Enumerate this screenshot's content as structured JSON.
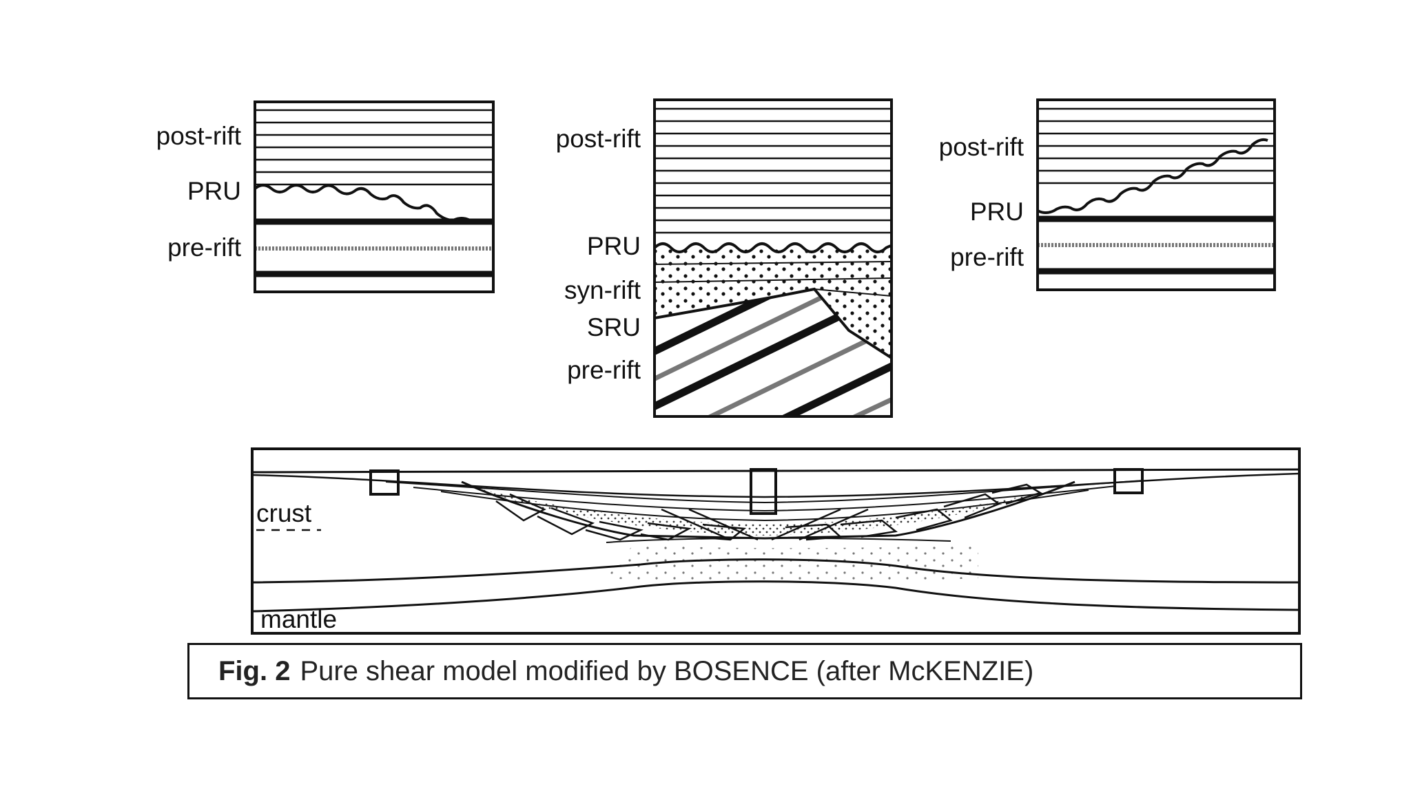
{
  "labels": {
    "left": {
      "post_rift": "post-rift",
      "pru": "PRU",
      "pre_rift": "pre-rift"
    },
    "center": {
      "post_rift": "post-rift",
      "pru": "PRU",
      "syn_rift": "syn-rift",
      "sru": "SRU",
      "pre_rift": "pre-rift"
    },
    "right": {
      "post_rift": "post-rift",
      "pru": "PRU",
      "pre_rift": "pre-rift"
    },
    "section": {
      "crust": "crust",
      "mantle": "mantle"
    }
  },
  "caption": {
    "prefix": "Fig. 2",
    "text": "Pure shear model modified by BOSENCE (after McKENZIE)"
  }
}
